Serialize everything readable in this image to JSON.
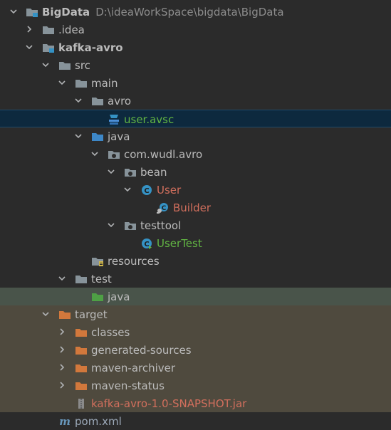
{
  "project": {
    "name": "BigData",
    "path": "D:\\ideaWorkSpace\\bigdata\\BigData"
  },
  "tree": {
    "idea": ".idea",
    "module": "kafka-avro",
    "src": "src",
    "main": "main",
    "avro": "avro",
    "user_avsc": "user.avsc",
    "java": "java",
    "package": "com.wudl.avro",
    "bean": "bean",
    "user": "User",
    "builder": "Builder",
    "testtool": "testtool",
    "usertest": "UserTest",
    "resources": "resources",
    "test": "test",
    "test_java": "java",
    "target": "target",
    "classes": "classes",
    "generated_sources": "generated-sources",
    "maven_archiver": "maven-archiver",
    "maven_status": "maven-status",
    "jar": "kafka-avro-1.0-SNAPSHOT.jar",
    "pom": "pom.xml"
  },
  "colors": {
    "background": "#2b2b2b",
    "selection": "#0d293e",
    "test_highlight": "#49544a",
    "excluded_highlight": "#4f4a3e",
    "vcs_added": "#62b543",
    "vcs_untracked": "#d26f5d"
  },
  "icons": {
    "expanded": "chevron-down-icon",
    "collapsed": "chevron-right-icon",
    "folder": "folder-icon",
    "module": "module-folder-icon",
    "source_root": "source-folder-icon",
    "test_root": "test-source-folder-icon",
    "excluded": "excluded-folder-icon",
    "package": "package-icon",
    "class": "class-icon",
    "inner_class": "inner-class-icon",
    "test_class": "test-class-icon",
    "avsc": "avsc-file-icon",
    "jar": "jar-file-icon",
    "maven": "maven-icon"
  }
}
